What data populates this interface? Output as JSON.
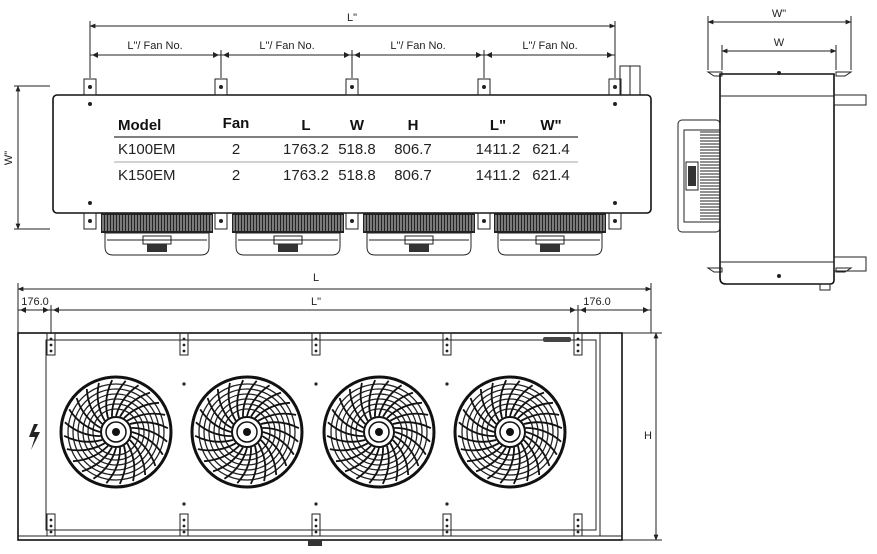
{
  "top_view": {
    "overall_length_label": "L\"",
    "segment_label": "L\"/ Fan No.",
    "side_label": "W\""
  },
  "spec_table": {
    "headers": [
      "Model",
      "Fan",
      "L",
      "W",
      "H",
      "L\"",
      "W\""
    ],
    "rows": [
      [
        "K100EM",
        "2",
        "1763.2",
        "518.8",
        "806.7",
        "1411.2",
        "621.4"
      ],
      [
        "K150EM",
        "2",
        "1763.2",
        "518.8",
        "806.7",
        "1411.2",
        "621.4"
      ]
    ]
  },
  "side_view": {
    "outer_width_label": "W\"",
    "inner_width_label": "W"
  },
  "front_view": {
    "length_label": "L",
    "inner_length_label": "L\"",
    "left_offset": "176.0",
    "right_offset": "176.0",
    "height_label": "H",
    "fan_count": 4
  }
}
